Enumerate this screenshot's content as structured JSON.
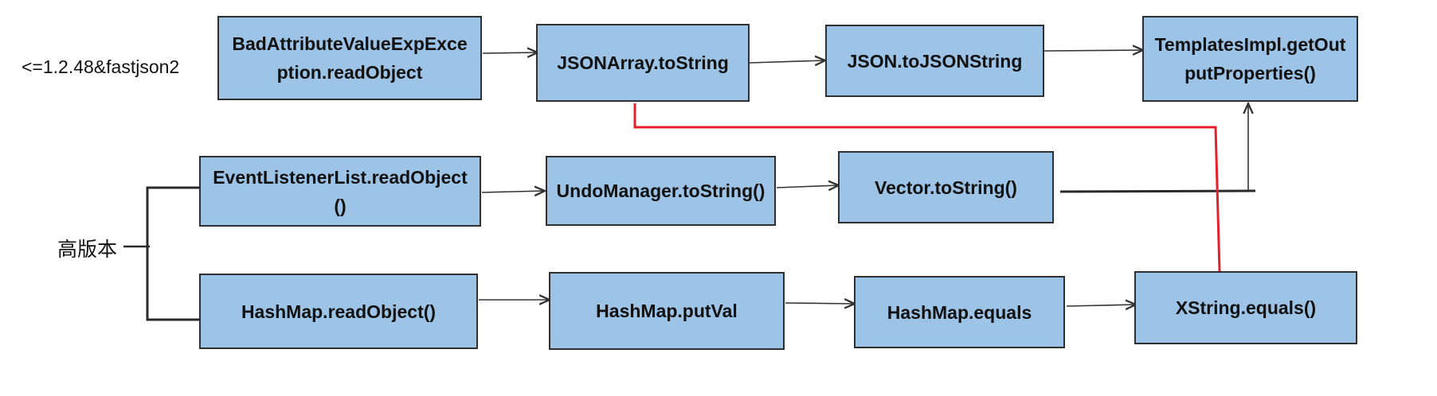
{
  "labels": {
    "top_version": "<=1.2.48&fastjson2",
    "high_version": "高版本"
  },
  "nodes": {
    "bad_attribute": "BadAttributeValueExpException.readObject",
    "jsonarray_tostring": "JSONArray.toString",
    "json_tojsonstring": "JSON.toJSONString",
    "templatesimpl": "TemplatesImpl.getOutputProperties()",
    "eventlistenerlist": "EventListenerList.readObject()",
    "undomanager": "UndoManager.toString()",
    "vector_tostring": "Vector.toString()",
    "hashmap_readobject": "HashMap.readObject()",
    "hashmap_putval": "HashMap.putVal",
    "hashmap_equals": "HashMap.equals",
    "xstring_equals": "XString.equals()"
  },
  "colors": {
    "node_fill": "#9dc3e6",
    "node_border": "#2f2f2f",
    "arrow": "#333333",
    "highlight_path": "#e3202c"
  }
}
